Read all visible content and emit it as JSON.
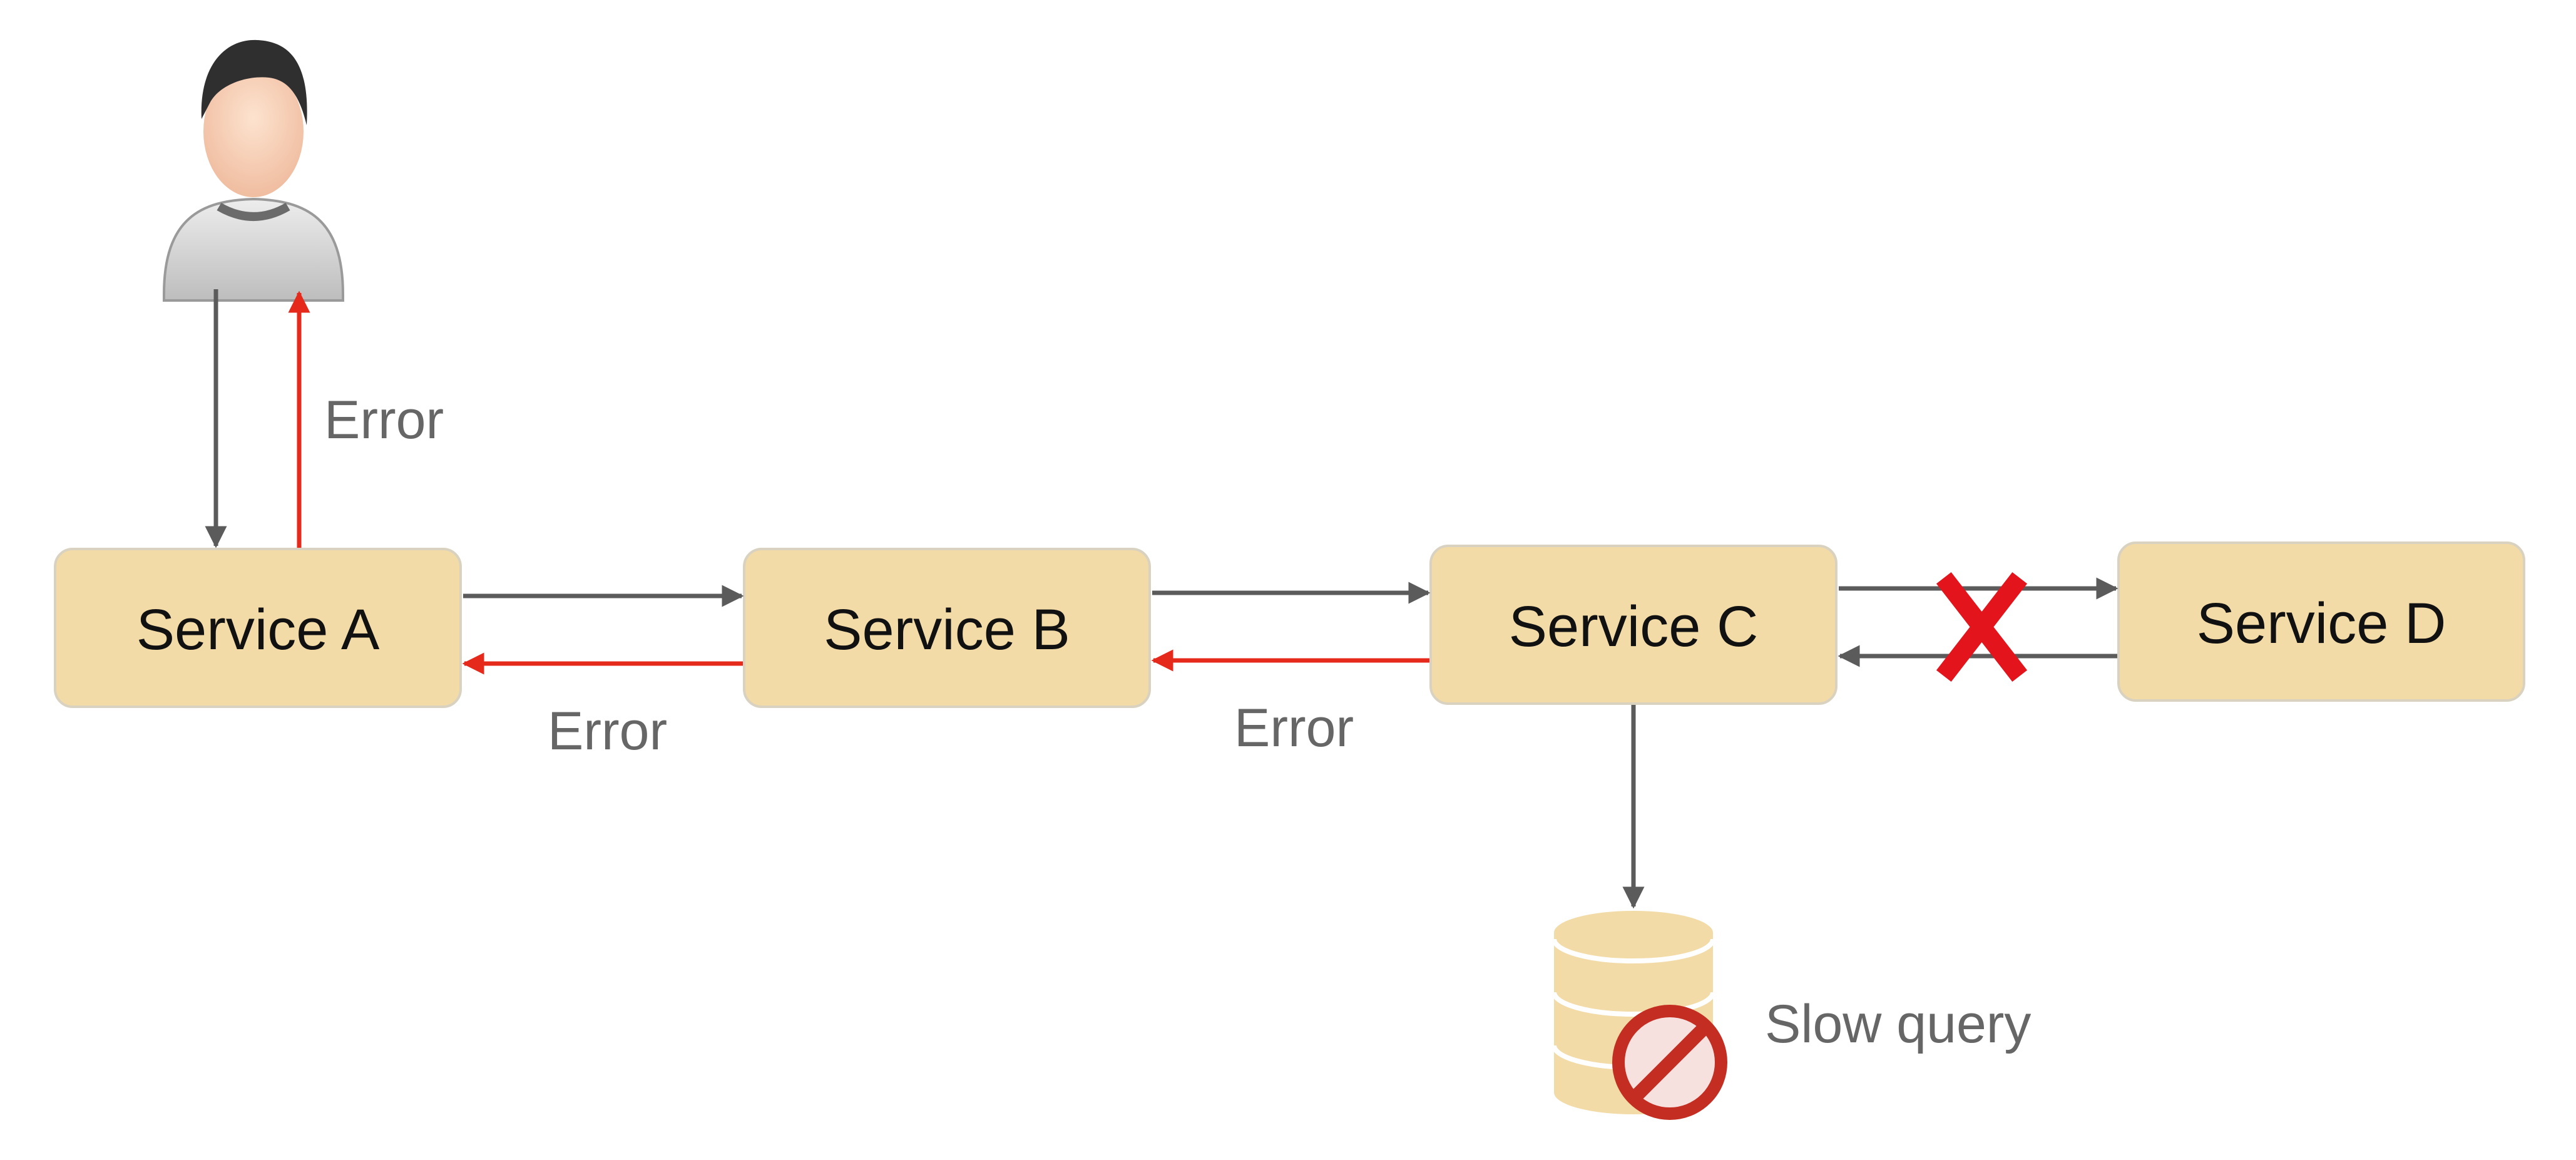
{
  "diagram": {
    "user": {
      "icon": "user-avatar-icon"
    },
    "services": [
      {
        "id": "a",
        "label": "Service A"
      },
      {
        "id": "b",
        "label": "Service B"
      },
      {
        "id": "c",
        "label": "Service C"
      },
      {
        "id": "d",
        "label": "Service D"
      }
    ],
    "labels": {
      "error_user": "Error",
      "error_ab": "Error",
      "error_bc": "Error",
      "slow_query": "Slow query"
    },
    "database": {
      "icon": "database-icon",
      "status_icon": "blocked-icon"
    },
    "failure_marker": {
      "icon": "cross-icon"
    },
    "colors": {
      "box_fill": "#f2dba7",
      "box_stroke": "#d9d2c0",
      "request_arrow": "#5b5b5b",
      "error_arrow": "#e5291b",
      "text": "#111111",
      "label_text": "#666666",
      "cross": "#e3141b",
      "blocked": "#c42d22"
    }
  }
}
